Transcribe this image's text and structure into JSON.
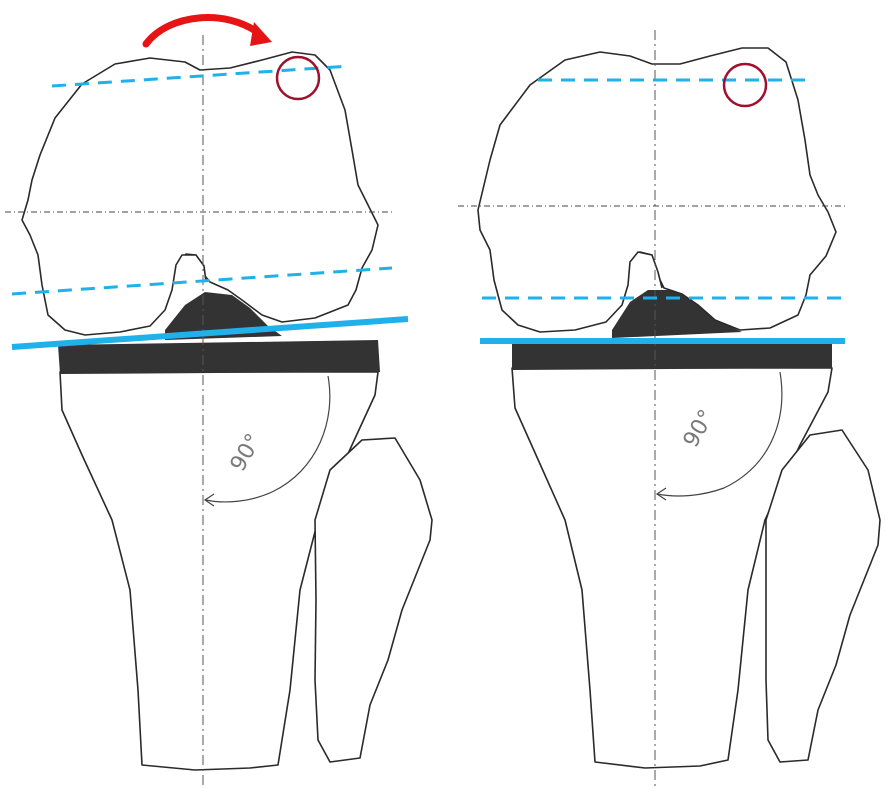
{
  "figure": {
    "panels": [
      {
        "id": "before-rotation",
        "angle_label": "90°",
        "colors": {
          "reference_line": "#20b0ea",
          "insert": "#333333",
          "marker": "#a0102e",
          "rotation_arrow": "#e61414"
        }
      },
      {
        "id": "after-rotation",
        "angle_label": "90°",
        "colors": {
          "reference_line": "#20b0ea",
          "insert": "#333333",
          "marker": "#a0102e"
        }
      }
    ]
  }
}
